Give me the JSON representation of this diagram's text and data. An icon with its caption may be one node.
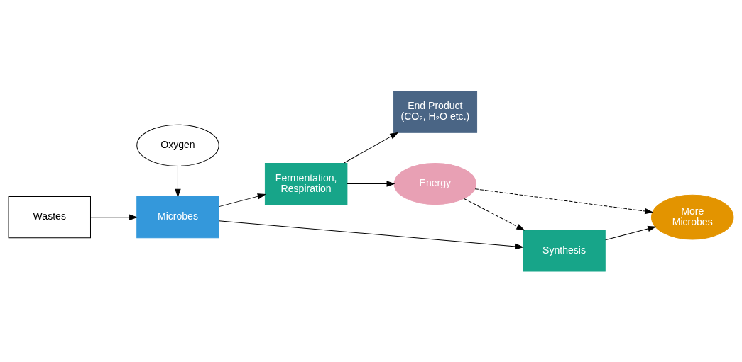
{
  "diagram": {
    "nodes": [
      {
        "text": [
          "Oxygen"
        ]
      },
      {
        "text": [
          "Wastes"
        ]
      },
      {
        "text": [
          "Microbes"
        ]
      },
      {
        "text": [
          "Fermentation, Respiration"
        ]
      },
      {
        "text": [
          "End Product (CO₂, H₂O etc.)"
        ]
      },
      {
        "text": [
          "Energy"
        ]
      },
      {
        "text": [
          "Synthesis"
        ]
      },
      {
        "text": [
          "More Microbes"
        ]
      }
    ],
    "edges": [
      {
        "from": 0,
        "to": 2,
        "arrow": "to"
      },
      {
        "from": 1,
        "to": 2,
        "arrow": "to"
      },
      {
        "from": 2,
        "to": 3,
        "arrow": "to"
      },
      {
        "from": 2,
        "to": 6,
        "arrow": "to"
      },
      {
        "from": 3,
        "to": 4,
        "arrow": "to"
      },
      {
        "from": 3,
        "to": 5,
        "arrow": "to"
      },
      {
        "from": 5,
        "to": 6,
        "arrow": "to",
        "style": "dashed"
      },
      {
        "from": 5,
        "to": 7,
        "arrow": "to",
        "style": "dashed"
      },
      {
        "from": 6,
        "to": 7,
        "arrow": "to"
      }
    ]
  }
}
